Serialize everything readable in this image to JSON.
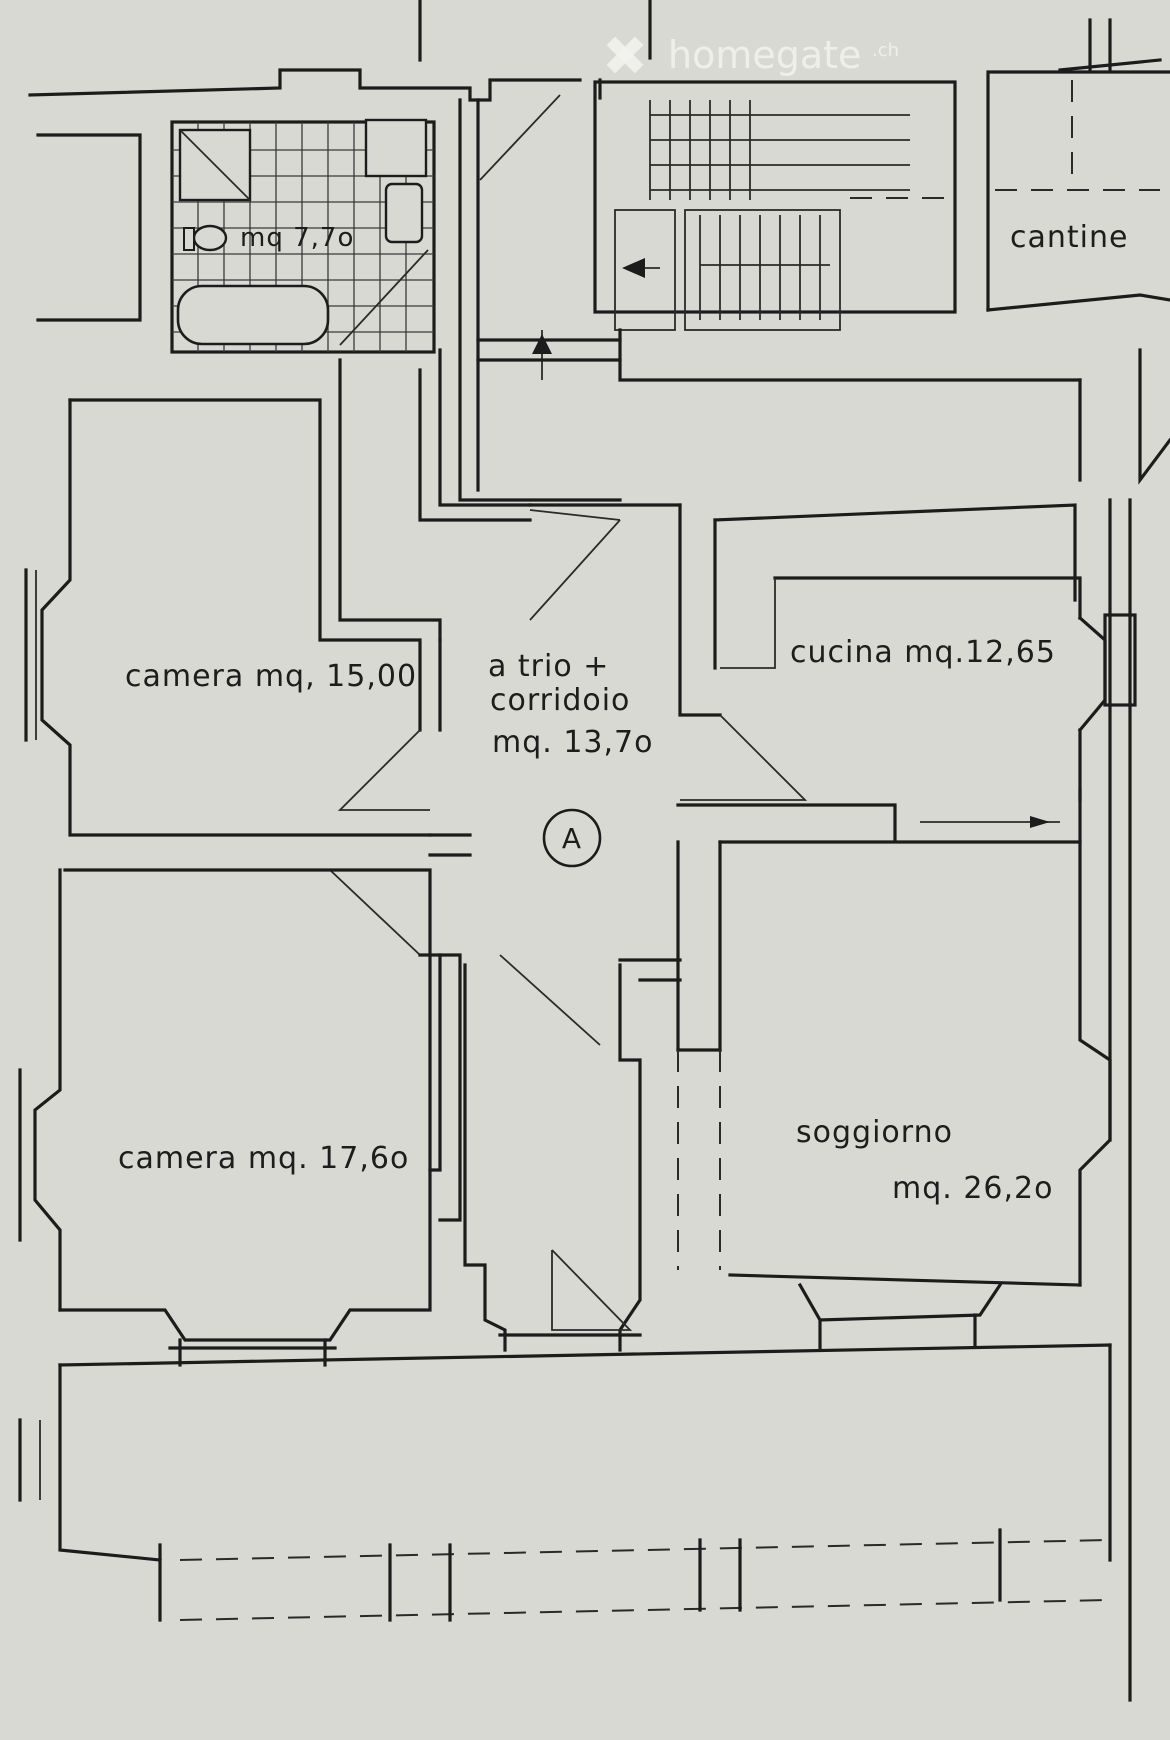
{
  "watermark": {
    "name": "homegate",
    "suffix": ".ch"
  },
  "rooms": {
    "bathroom": {
      "area": "mq 7,7o"
    },
    "cellar": {
      "label": "cantine"
    },
    "bedroom_1": {
      "label": "camera mq, 15,00"
    },
    "hall": {
      "line1": "a trio +",
      "line2": "corridoio",
      "area": "mq. 13,7o"
    },
    "kitchen": {
      "label": "cucina mq.12,65"
    },
    "bedroom_2": {
      "label": "camera mq. 17,6o"
    },
    "living": {
      "label": "soggiorno",
      "area": "mq. 26,2o"
    }
  },
  "unit_marker": {
    "letter": "A"
  },
  "colors": {
    "paper": "#d9d9d4",
    "ink": "#1c1c1c",
    "watermark": "#f2f2f0"
  }
}
